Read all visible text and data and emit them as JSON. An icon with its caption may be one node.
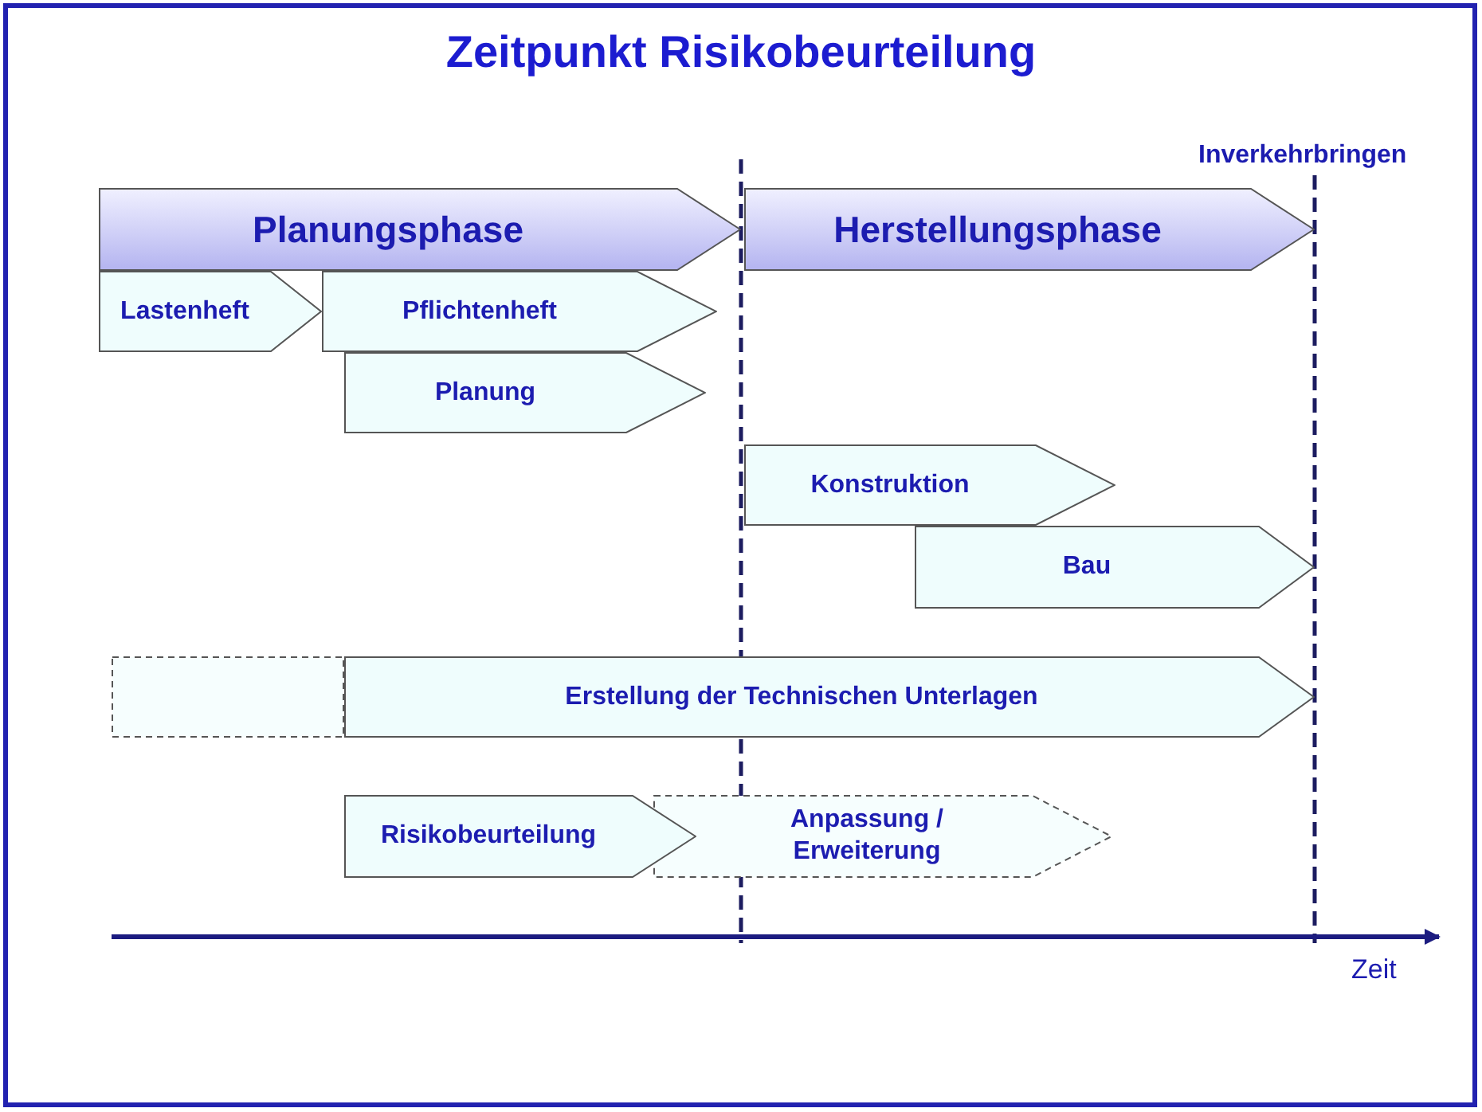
{
  "diagram": {
    "title": "Zeitpunkt Risikobeurteilung",
    "nodes": [
      {
        "text": [
          "Planungsphase"
        ]
      },
      {
        "text": [
          "Herstellungsphase"
        ]
      },
      {
        "text": [
          "Lastenheft"
        ]
      },
      {
        "text": [
          "Pflichtenheft"
        ]
      },
      {
        "text": [
          "Planung"
        ]
      },
      {
        "text": [
          "Konstruktion"
        ]
      },
      {
        "text": [
          "Bau"
        ]
      },
      {
        "text": [],
        "shape": "box"
      },
      {
        "text": [
          "Erstellung der Technischen Unterlagen"
        ]
      },
      {
        "text": [
          "Risikobeurteilung"
        ]
      },
      {
        "text": [
          "Anpassung / Erweiterung"
        ]
      }
    ],
    "edges": [],
    "labels": [
      "Inverkehrbringen",
      "Zeit"
    ]
  }
}
